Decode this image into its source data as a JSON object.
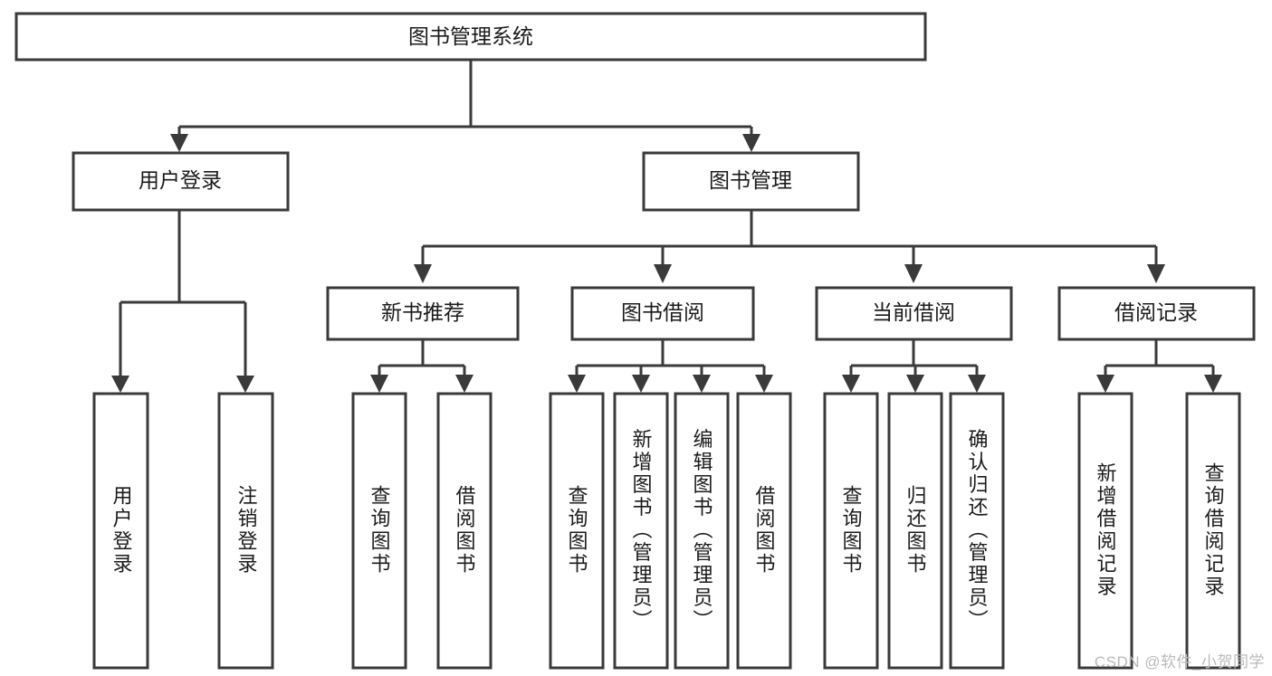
{
  "diagram": {
    "title": "图书管理系统",
    "type": "tree-hierarchy",
    "watermark": "CSDN @软件_小贺同学",
    "colors": {
      "stroke": "#3a3a3a",
      "fill": "#ffffff",
      "text": "#1b1b1b",
      "watermark": "#b9b9b9"
    },
    "levels": {
      "root": {
        "label": "图书管理系统"
      },
      "level2": [
        {
          "id": "user-login",
          "label": "用户登录"
        },
        {
          "id": "book-manage",
          "label": "图书管理"
        }
      ],
      "level3": [
        {
          "id": "new-book-recommend",
          "label": "新书推荐",
          "parent": "book-manage"
        },
        {
          "id": "book-borrow",
          "label": "图书借阅",
          "parent": "book-manage"
        },
        {
          "id": "current-borrow",
          "label": "当前借阅",
          "parent": "book-manage"
        },
        {
          "id": "borrow-record",
          "label": "借阅记录",
          "parent": "book-manage"
        }
      ],
      "leaves": [
        {
          "id": "leaf-user-login",
          "label": "用户登录",
          "parent": "user-login"
        },
        {
          "id": "leaf-logout-login",
          "label": "注销登录",
          "parent": "user-login"
        },
        {
          "id": "leaf-query-book-1",
          "label": "查询图书",
          "parent": "new-book-recommend"
        },
        {
          "id": "leaf-borrow-book-1",
          "label": "借阅图书",
          "parent": "new-book-recommend"
        },
        {
          "id": "leaf-query-book-2",
          "label": "查询图书",
          "parent": "book-borrow"
        },
        {
          "id": "leaf-add-book",
          "label": "新增图书（管理员）",
          "parent": "book-borrow"
        },
        {
          "id": "leaf-edit-book",
          "label": "编辑图书（管理员）",
          "parent": "book-borrow"
        },
        {
          "id": "leaf-borrow-book-2",
          "label": "借阅图书",
          "parent": "book-borrow"
        },
        {
          "id": "leaf-query-book-3",
          "label": "查询图书",
          "parent": "current-borrow"
        },
        {
          "id": "leaf-return-book",
          "label": "归还图书",
          "parent": "current-borrow"
        },
        {
          "id": "leaf-confirm-return",
          "label": "确认归还（管理员）",
          "parent": "current-borrow"
        },
        {
          "id": "leaf-add-record",
          "label": "新增借阅记录",
          "parent": "borrow-record"
        },
        {
          "id": "leaf-query-record",
          "label": "查询借阅记录",
          "parent": "borrow-record"
        }
      ]
    }
  }
}
